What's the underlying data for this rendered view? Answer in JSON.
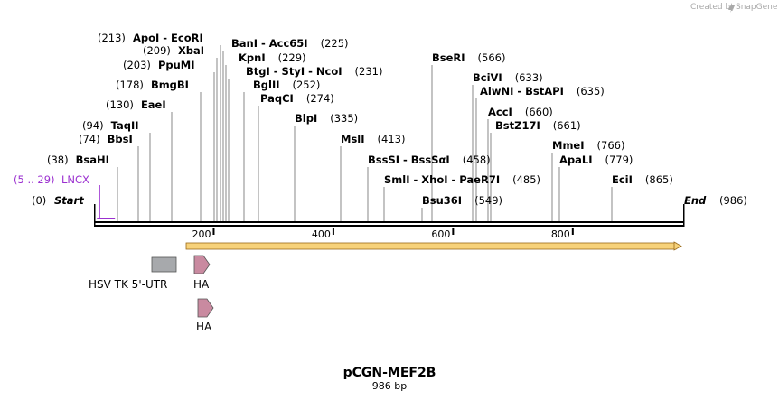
{
  "credit": {
    "text": "Created by",
    "brand": "SnapGene",
    "color": "#a9a9a9"
  },
  "plasmid": {
    "name": "pCGN-MEF2B",
    "length_label": "986 bp",
    "length_bp": 986
  },
  "colors": {
    "backbone": "#000000",
    "orf_fill": "#f7d27a",
    "orf_stroke": "#9a6a1a",
    "utr": "#a7a9ac",
    "ha": "#c98aa0",
    "lncx": "#9b30d0"
  },
  "ruler": {
    "ticks": [
      {
        "bp": 200,
        "label": "200"
      },
      {
        "bp": 400,
        "label": "400"
      },
      {
        "bp": 600,
        "label": "600"
      },
      {
        "bp": 800,
        "label": "800"
      }
    ]
  },
  "ends": {
    "start": {
      "name": "Start",
      "pos": "(0)"
    },
    "end": {
      "name": "End",
      "pos": "(986)"
    }
  },
  "lncx": {
    "name": "LNCX",
    "range": "(5 .. 29)",
    "from": 5,
    "to": 29
  },
  "sites": [
    {
      "name": "BsaHI",
      "pos": "(38)",
      "bp": 38
    },
    {
      "name": "BbsI",
      "pos": "(74)",
      "bp": 74
    },
    {
      "name": "TaqII",
      "pos": "(94)",
      "bp": 94
    },
    {
      "name": "EaeI",
      "pos": "(130)",
      "bp": 130
    },
    {
      "name": "BmgBI",
      "pos": "(178)",
      "bp": 178
    },
    {
      "name": "PpuMI",
      "pos": "(203)",
      "bp": 203
    },
    {
      "name": "XbaI",
      "pos": "(209)",
      "bp": 209
    },
    {
      "name": "ApoI - EcoRI",
      "pos": "(213)",
      "bp": 213
    },
    {
      "name": "BanI - Acc65I",
      "pos": "(225)",
      "bp": 225
    },
    {
      "name": "KpnI",
      "pos": "(229)",
      "bp": 229
    },
    {
      "name": "BtgI - StyI - NcoI",
      "pos": "(231)",
      "bp": 231
    },
    {
      "name": "BglII",
      "pos": "(252)",
      "bp": 252
    },
    {
      "name": "PaqCI",
      "pos": "(274)",
      "bp": 274
    },
    {
      "name": "BlpI",
      "pos": "(335)",
      "bp": 335
    },
    {
      "name": "MslI",
      "pos": "(413)",
      "bp": 413
    },
    {
      "name": "BssSI - BssSαI",
      "pos": "(458)",
      "bp": 458
    },
    {
      "name": "SmlI - XhoI - PaeR7I",
      "pos": "(485)",
      "bp": 485
    },
    {
      "name": "Bsu36I",
      "pos": "(549)",
      "bp": 549
    },
    {
      "name": "BseRI",
      "pos": "(566)",
      "bp": 566
    },
    {
      "name": "BciVI",
      "pos": "(633)",
      "bp": 633
    },
    {
      "name": "AlwNI - BstAPI",
      "pos": "(635)",
      "bp": 635
    },
    {
      "name": "AccI",
      "pos": "(660)",
      "bp": 660
    },
    {
      "name": "BstZ17I",
      "pos": "(661)",
      "bp": 661
    },
    {
      "name": "MmeI",
      "pos": "(766)",
      "bp": 766
    },
    {
      "name": "ApaLI",
      "pos": "(779)",
      "bp": 779
    },
    {
      "name": "EciI",
      "pos": "(865)",
      "bp": 865
    }
  ],
  "features": [
    {
      "name": "HSV TK 5'-UTR",
      "type": "utr"
    },
    {
      "name": "HA",
      "type": "ha"
    },
    {
      "name": "HA",
      "type": "ha"
    }
  ]
}
